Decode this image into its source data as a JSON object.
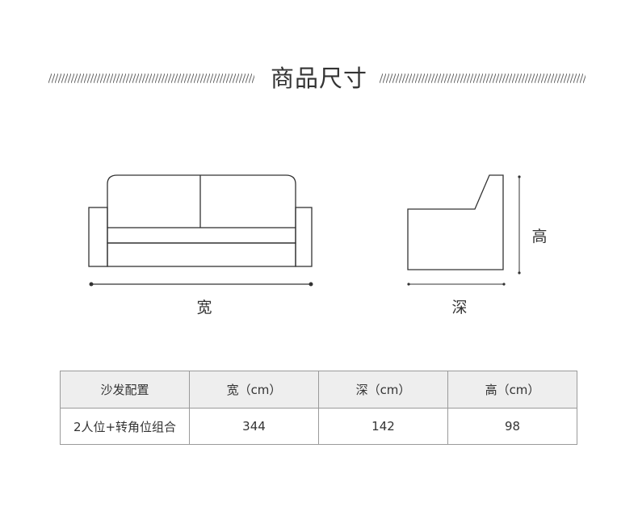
{
  "title": "商品尺寸",
  "diagram": {
    "width_label": "宽",
    "depth_label": "深",
    "height_label": "高"
  },
  "table": {
    "headers": [
      "沙发配置",
      "宽（cm）",
      "深（cm）",
      "高（cm）"
    ],
    "rows": [
      [
        "2人位+转角位组合",
        "344",
        "142",
        "98"
      ]
    ]
  },
  "colors": {
    "line": "#333333",
    "header_bg": "#eeeeee",
    "border": "#9a9a9a",
    "hatch": "#666666"
  }
}
